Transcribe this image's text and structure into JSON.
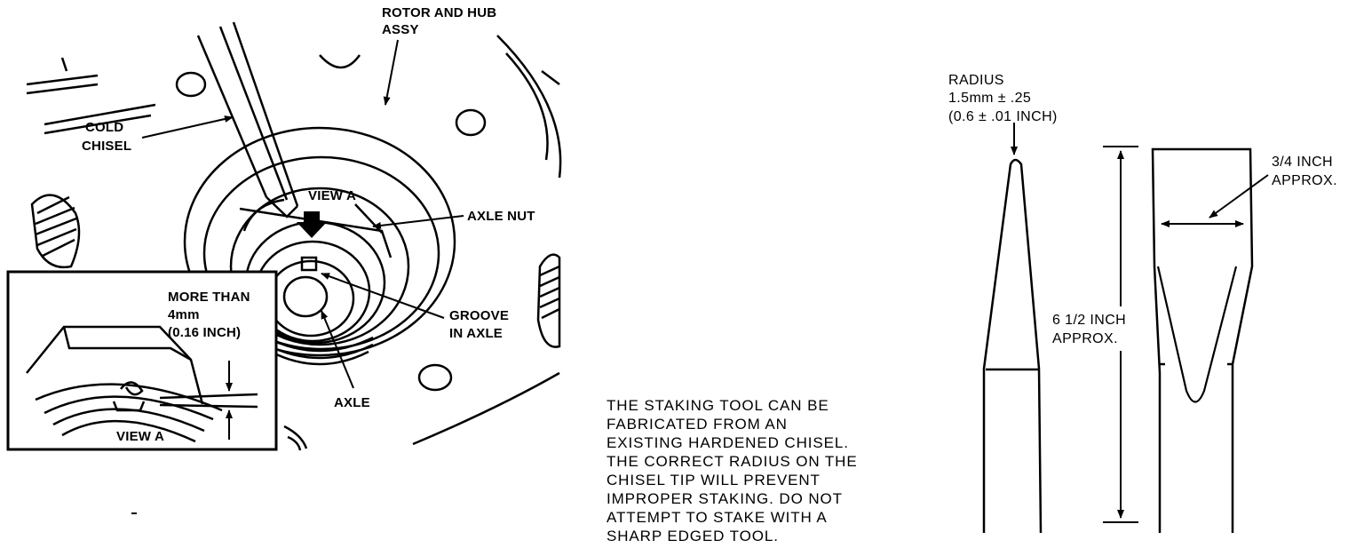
{
  "left_figure": {
    "labels": {
      "rotor_line1": "ROTOR AND HUB",
      "rotor_line2": "ASSY",
      "chisel_line1": "COLD",
      "chisel_line2": "CHISEL",
      "view_a_top": "VIEW A",
      "axle_nut": "AXLE NUT",
      "groove_line1": "GROOVE",
      "groove_line2": "IN AXLE",
      "axle": "AXLE"
    },
    "inset": {
      "more_than_line1": "MORE THAN",
      "more_than_line2": "4mm",
      "more_than_line3": "(0.16 INCH)",
      "view_a_bottom": "VIEW A"
    }
  },
  "note": {
    "lines": [
      "THE STAKING TOOL CAN BE",
      "FABRICATED FROM AN",
      "EXISTING HARDENED CHISEL.",
      "THE CORRECT RADIUS ON THE",
      "CHISEL TIP WILL PREVENT",
      "IMPROPER STAKING. DO NOT",
      "ATTEMPT TO STAKE WITH A",
      "SHARP EDGED TOOL."
    ]
  },
  "right_figure": {
    "radius_line1": "RADIUS",
    "radius_line2": "1.5mm ± .25",
    "radius_line3": "(0.6 ± .01 INCH)",
    "length_line1": "6 1/2 INCH",
    "length_line2": "APPROX.",
    "width_line1": "3/4 INCH",
    "width_line2": "APPROX."
  }
}
